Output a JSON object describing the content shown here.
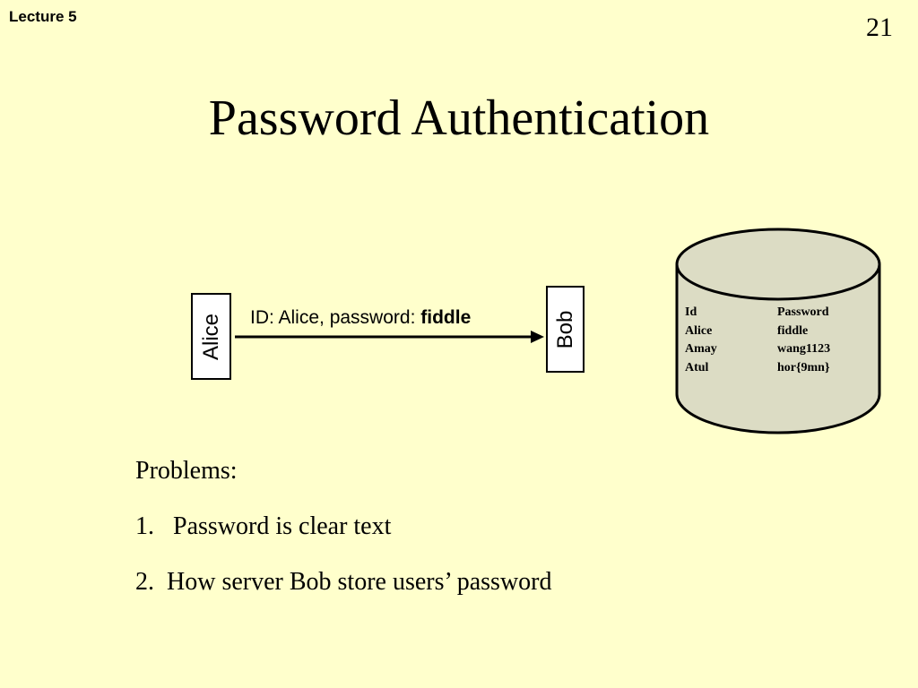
{
  "header": {
    "lecture": "Lecture 5",
    "page_number": "21"
  },
  "slide": {
    "title": "Password Authentication"
  },
  "diagram": {
    "alice_label": "Alice",
    "bob_label": "Bob",
    "message_prefix": "ID: Alice, password: ",
    "message_password": "fiddle",
    "database": {
      "columns": [
        "Id",
        "Password"
      ],
      "rows": [
        [
          "Alice",
          "fiddle"
        ],
        [
          "Amay",
          "wang1123"
        ],
        [
          "Atul",
          "hor{9mn}"
        ]
      ]
    }
  },
  "problems": {
    "heading": "Problems:",
    "item1": "1.   Password is clear text",
    "item2": "2.  How server Bob store users’ password"
  }
}
